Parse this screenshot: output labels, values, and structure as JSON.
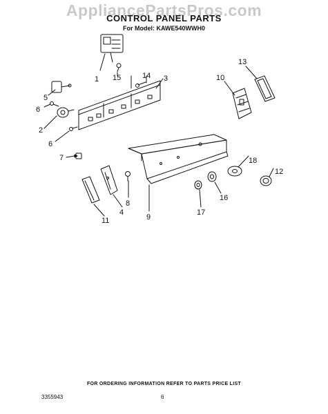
{
  "watermark": "AppliancePartsPros.com",
  "title": "CONTROL PANEL PARTS",
  "subtitle": "For Model: KAWE540WWH0",
  "callouts": [
    "1",
    "2",
    "3",
    "4",
    "5",
    "6",
    "6",
    "7",
    "8",
    "9",
    "10",
    "11",
    "12",
    "13",
    "14",
    "15",
    "16",
    "17",
    "18"
  ],
  "footer": "FOR ORDERING INFORMATION REFER TO PARTS PRICE LIST",
  "doc_number": "3355943",
  "page_number": "6"
}
